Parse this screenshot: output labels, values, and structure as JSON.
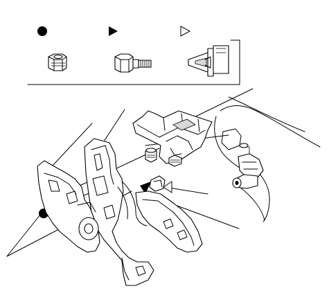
{
  "legend": {
    "items": [
      {
        "symbol": "filled-circle",
        "fastener": "nut-icon"
      },
      {
        "symbol": "filled-triangle",
        "fastener": "bolt-icon"
      },
      {
        "symbol": "outline-triangle",
        "fastener": "clip-icon"
      }
    ]
  },
  "diagram": {
    "callouts": [
      "filled-circle",
      "filled-circle"
    ],
    "colors": {
      "line": "#000000",
      "background": "#ffffff",
      "fill": "#d8d8d8"
    }
  }
}
